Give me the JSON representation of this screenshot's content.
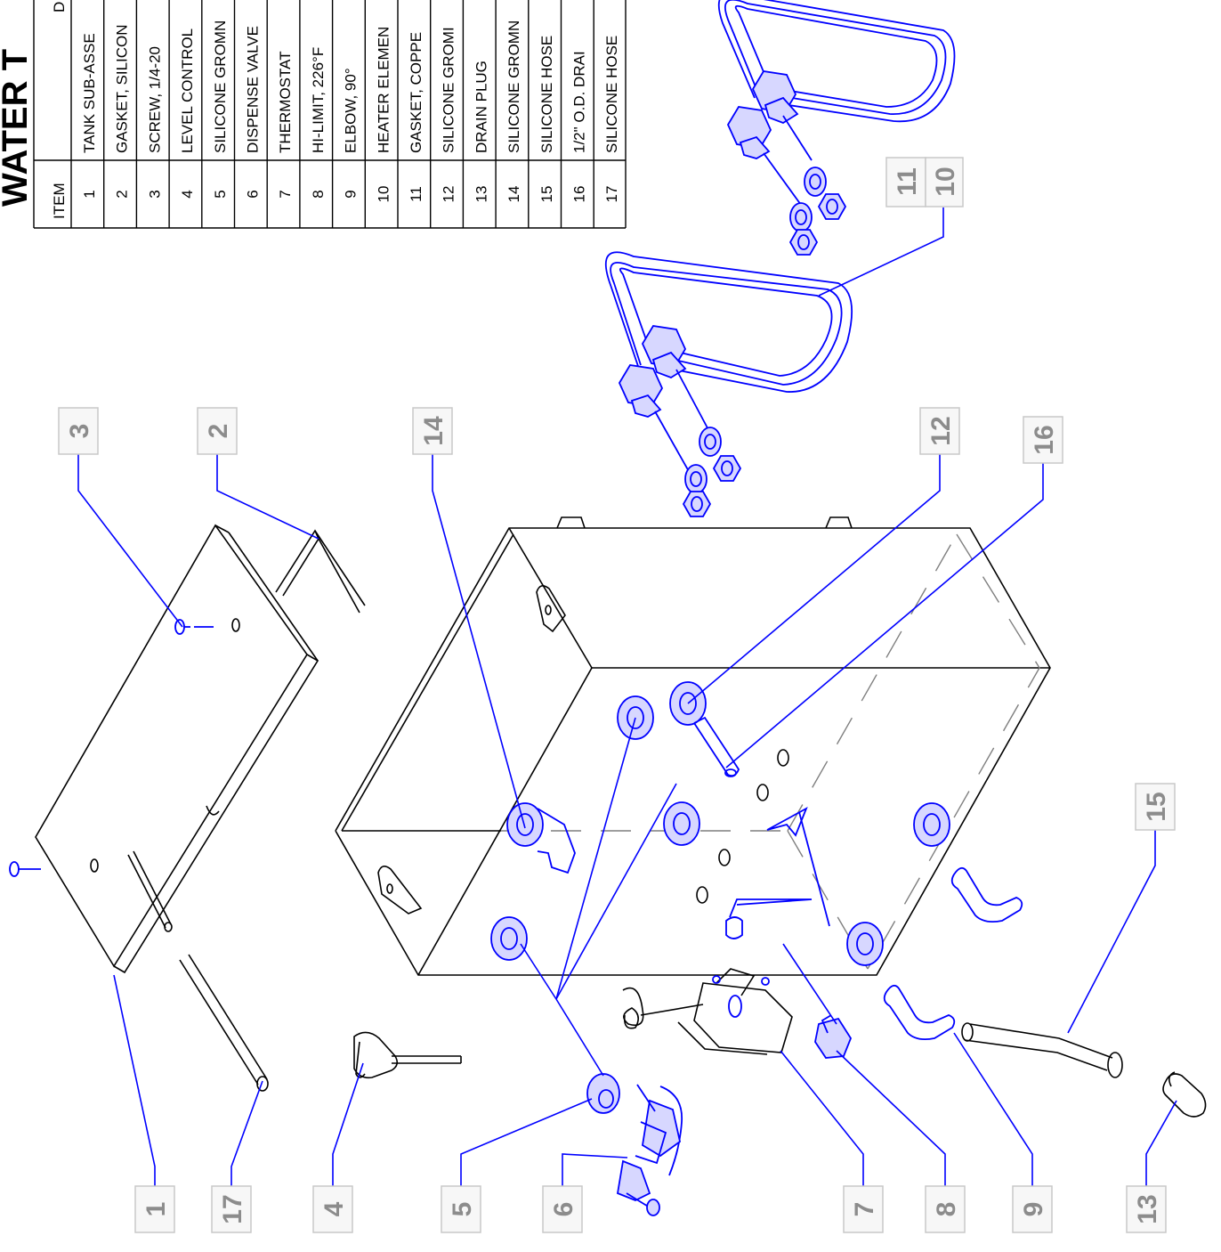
{
  "title": "WATER T",
  "bom": {
    "headers": [
      "ITEM",
      "D"
    ],
    "rows": [
      {
        "item": "1",
        "desc": "TANK SUB-ASSE"
      },
      {
        "item": "2",
        "desc": "GASKET, SILICON"
      },
      {
        "item": "3",
        "desc": "SCREW, 1/4-20"
      },
      {
        "item": "4",
        "desc": "LEVEL CONTROL"
      },
      {
        "item": "5",
        "desc": "SILICONE GROMN"
      },
      {
        "item": "6",
        "desc": "DISPENSE VALVE"
      },
      {
        "item": "7",
        "desc": "THERMOSTAT"
      },
      {
        "item": "8",
        "desc": "HI-LIMIT, 226°F"
      },
      {
        "item": "9",
        "desc": "ELBOW, 90°"
      },
      {
        "item": "10",
        "desc": "HEATER ELEMEN"
      },
      {
        "item": "11",
        "desc": "GASKET, COPPE"
      },
      {
        "item": "12",
        "desc": "SILICONE GROMI"
      },
      {
        "item": "13",
        "desc": "DRAIN PLUG"
      },
      {
        "item": "14",
        "desc": "SILICONE GROMN"
      },
      {
        "item": "15",
        "desc": "SILICONE HOSE"
      },
      {
        "item": "16",
        "desc": "1/2\" O.D. DRAI"
      },
      {
        "item": "17",
        "desc": "SILICONE HOSE"
      }
    ]
  },
  "balloons": [
    "1",
    "2",
    "3",
    "4",
    "5",
    "6",
    "7",
    "8",
    "9",
    "10",
    "11",
    "12",
    "13",
    "14",
    "15",
    "16",
    "17"
  ],
  "colors": {
    "part_outline": "#000000",
    "component_outline": "#0000ff",
    "component_fill": "#d7d7ff",
    "balloon_text": "#8c8c8c",
    "balloon_box": "#f7f7f7",
    "hidden_line": "#7f7f7f"
  }
}
